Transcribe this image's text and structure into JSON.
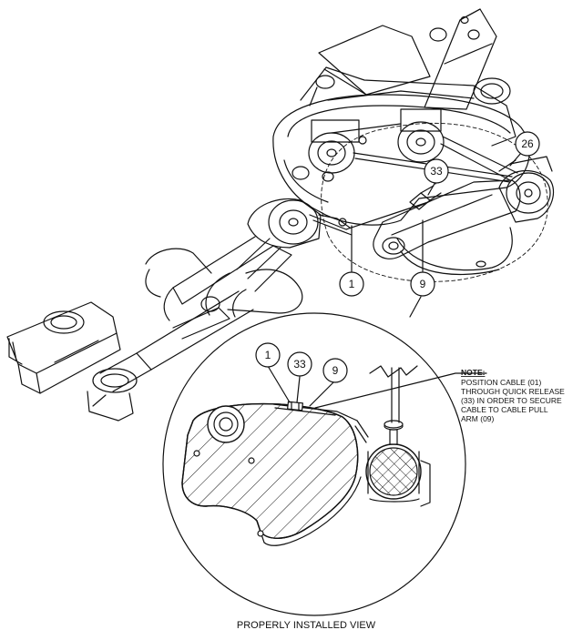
{
  "callouts": {
    "c1_top": "1",
    "c9_top": "9",
    "c26": "26",
    "c33_top": "33",
    "c1_detail": "1",
    "c33_detail": "33",
    "c9_detail": "9"
  },
  "note": {
    "heading": "NOTE:",
    "lines": [
      "POSITION CABLE (01)",
      "THROUGH QUICK RELEASE",
      "(33) IN ORDER TO SECURE",
      "CABLE TO CABLE PULL",
      "ARM (09)"
    ]
  },
  "caption": "PROPERLY INSTALLED VIEW"
}
